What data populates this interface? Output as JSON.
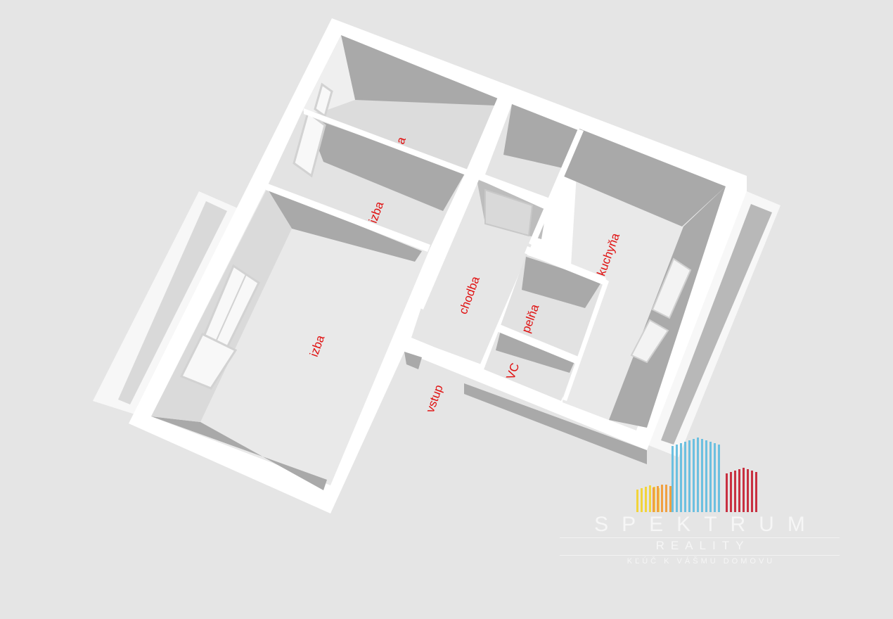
{
  "rooms": {
    "izba_main": "izba",
    "izba_small": "izba",
    "izba_top_partial": "a",
    "chodba": "chodba",
    "kuchyna": "kuchyňa",
    "spajza": "pelňa",
    "wc": "VC",
    "vstup": "vstup"
  },
  "logo": {
    "name": "SPEKTRUM",
    "subtitle": "REALITY",
    "tagline": "KĽÚČ K VÁŠMU DOMOVU"
  },
  "colors": {
    "background": "#e5e5e5",
    "wall": "#ffffff",
    "floor": "#e9e9e9",
    "wall_shadow": "#a9a9a9",
    "label": "#e01010",
    "logo_yellow": "#f2d43a",
    "logo_orange": "#f0a040",
    "logo_blue": "#6cc0e0",
    "logo_red": "#c83040"
  }
}
